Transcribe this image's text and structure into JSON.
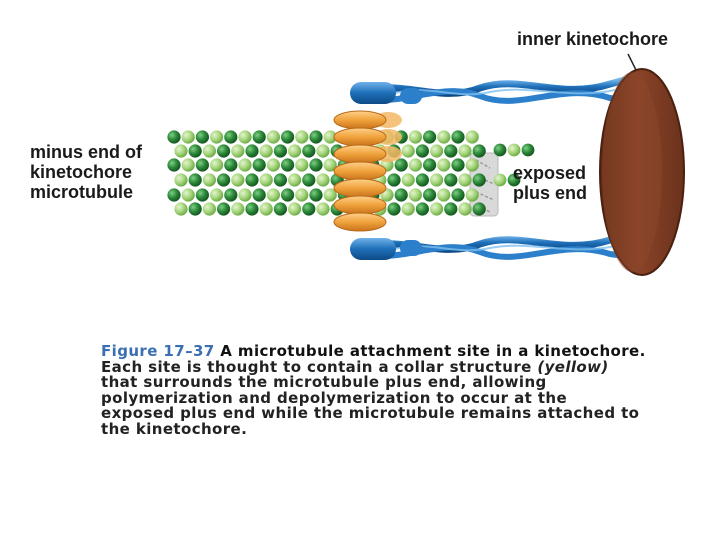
{
  "labels": {
    "inner_kinetochore": "inner kinetochore",
    "minus_end": [
      "minus end of",
      "kinetochore",
      "microtubule"
    ],
    "plus_end": [
      "exposed",
      "plus end"
    ]
  },
  "caption": {
    "figure_number": "Figure 17–37",
    "title": "A microtubule attachment site in a kinetochore.",
    "body_before": "Each site is thought to contain a collar structure",
    "body_emphasis": "(yellow)",
    "body_after": "that surrounds the microtubule plus end, allowing polymerization and depolymerization to occur at the exposed plus end while the microtubule remains attached to the kinetochore."
  },
  "colors": {
    "tubulin_light": "#a5d47a",
    "tubulin_dark": "#2e8a3a",
    "collar": "#f0a33c",
    "linker": "#1e6fb8",
    "kinetochore_plate": "#7a3a22",
    "figure_number": "#3a6fb2"
  }
}
